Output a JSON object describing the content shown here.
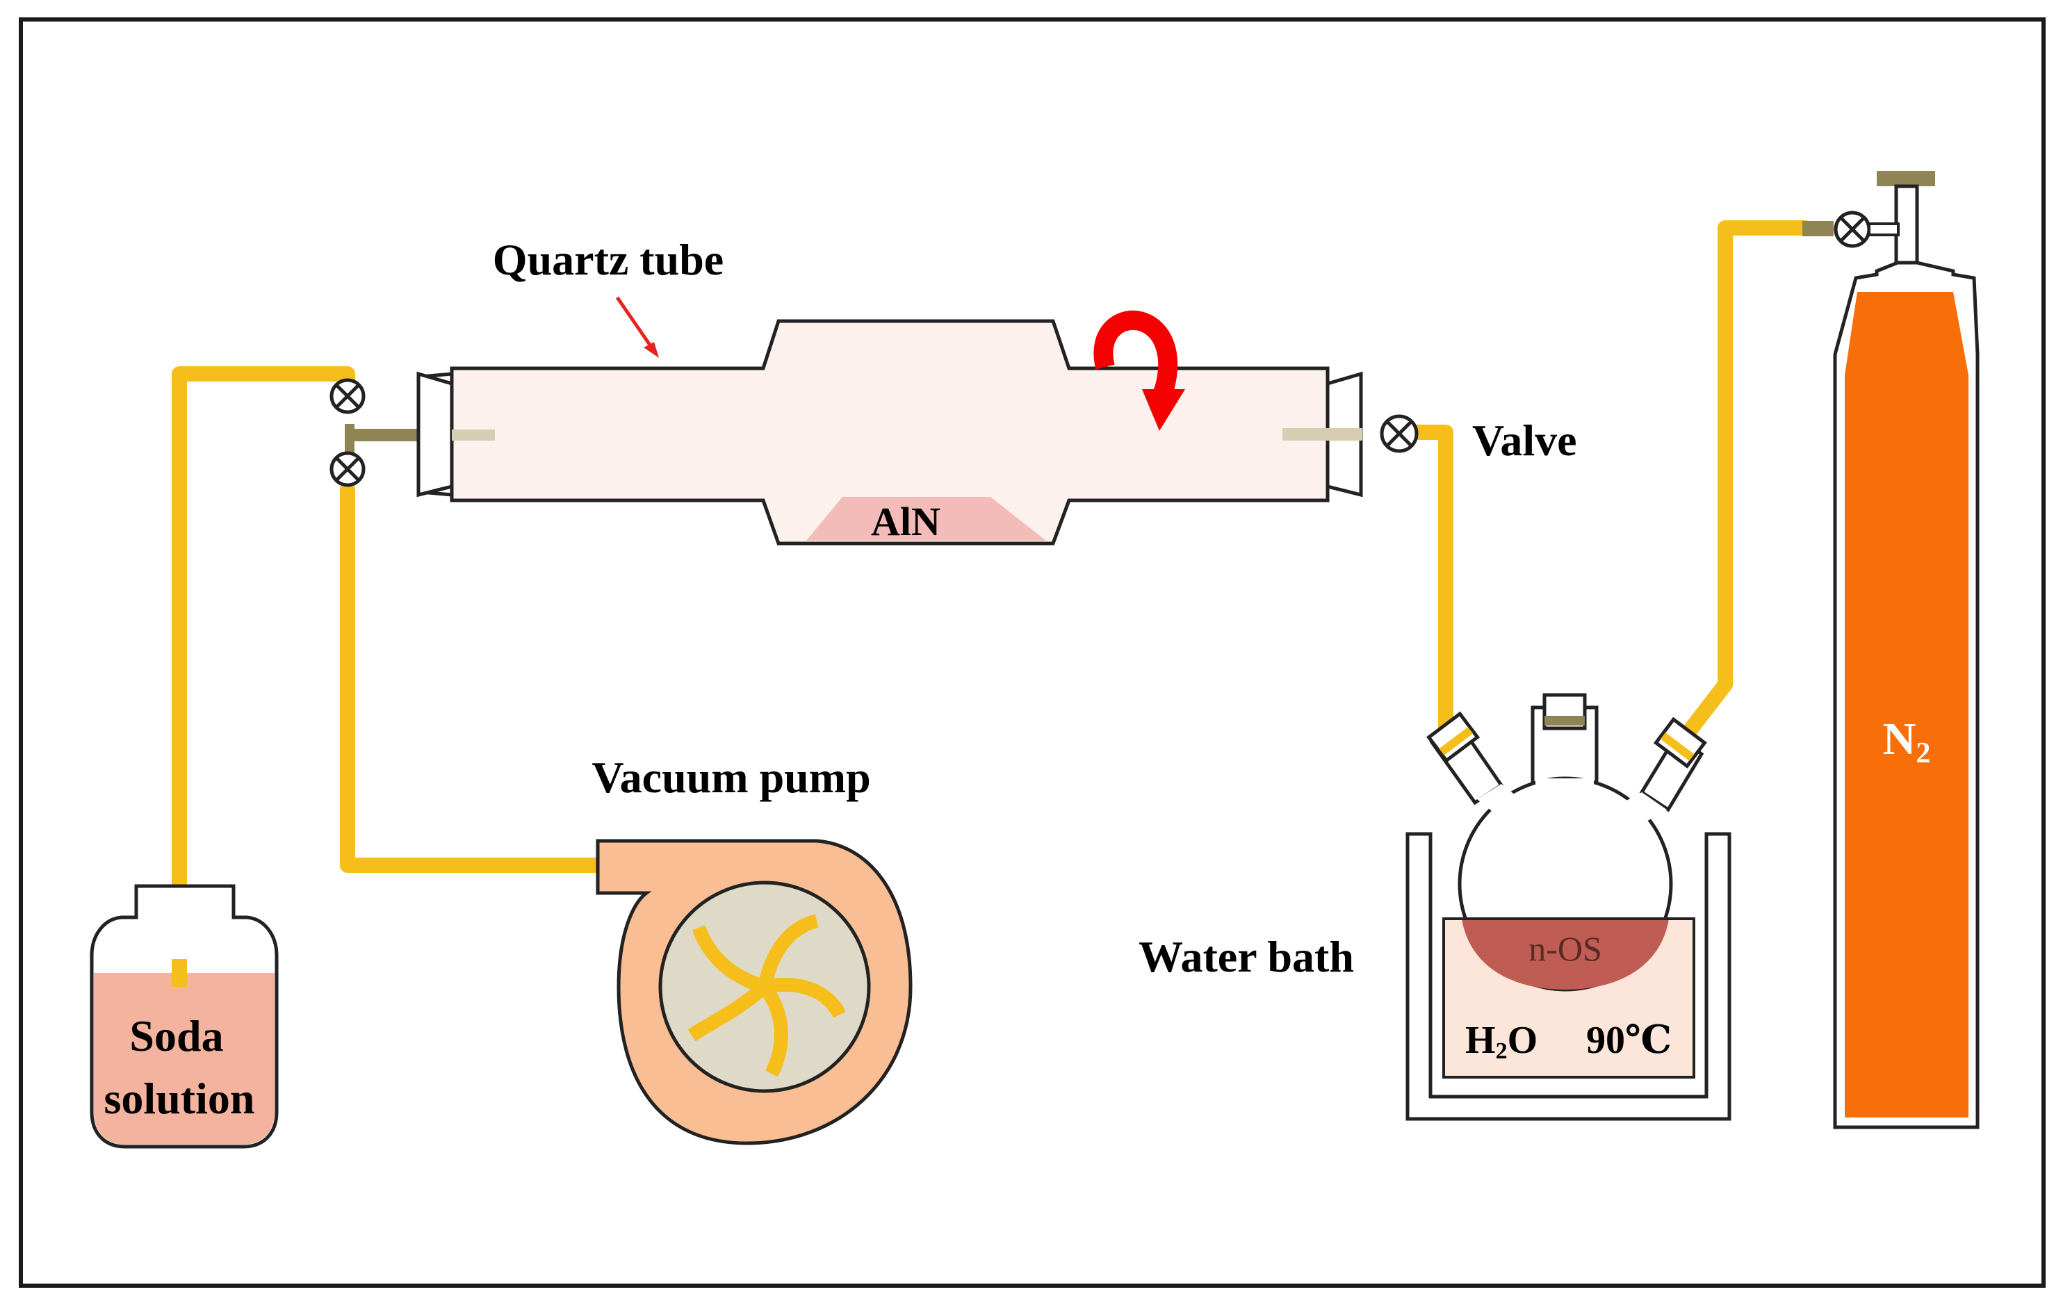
{
  "labels": {
    "quartz_tube": "Quartz tube",
    "aln": "AlN",
    "valve": "Valve",
    "vacuum_pump": "Vacuum pump",
    "water_bath": "Water bath",
    "n_os": "n-OS",
    "h2o_h": "H",
    "h2o_sub": "2",
    "h2o_o": "O",
    "temperature": "90℃",
    "n2_main": "N",
    "n2_sub": "2",
    "soda_line1": "Soda",
    "soda_line2": "solution"
  },
  "icons": {
    "rotation": "curved-arrow-icon",
    "valve": "valve-cross-icon",
    "pointer": "pointer-arrow-icon"
  },
  "colors": {
    "tubing": "#F5BE1A",
    "tube_glass": "#FDF1EE",
    "aln_powder": "#F4BCB9",
    "rotation_arrow": "#F40000",
    "pointer_arrow": "#E8231E",
    "pump_body": "#F9BE93",
    "pump_rotor": "#DFD9C7",
    "cylinder": "#F86E08",
    "solution": "#F4B39F",
    "bath_water": "#FCE6DA",
    "n_os_liquid": "#BF5D55",
    "fitting": "#8F8453"
  }
}
